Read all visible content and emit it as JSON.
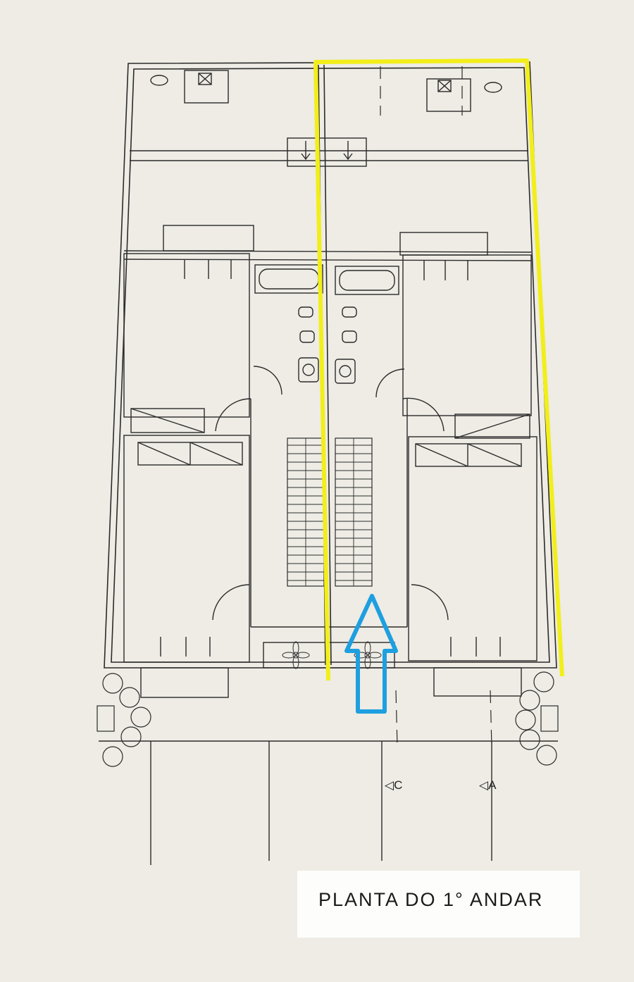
{
  "title": {
    "text": "PLANTA DO 1° ANDAR"
  },
  "section_marks": {
    "c": "◁C",
    "a": "◁A"
  },
  "colors": {
    "paper": "#eeece5",
    "ink": "#2b2b2b",
    "highlight_outline": "#f2ee1a",
    "arrow": "#1e9fe0"
  },
  "annotations": {
    "highlight": "yellow outline around the right-hand unit",
    "arrow": "blue up-arrow marking the entrance"
  }
}
